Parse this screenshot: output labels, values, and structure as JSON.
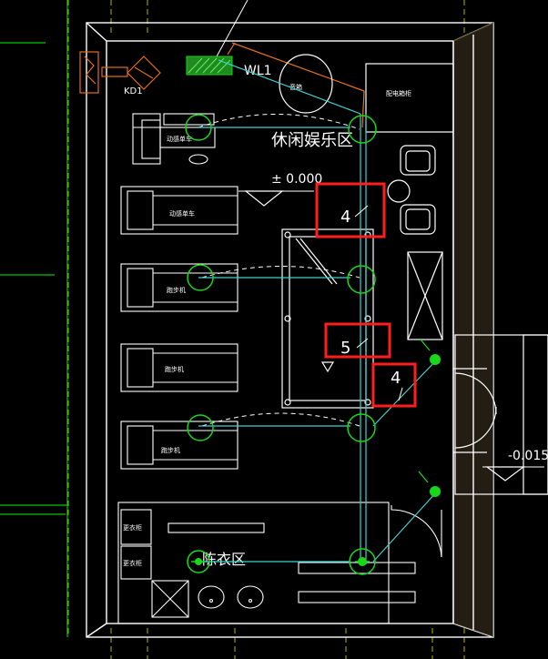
{
  "drawing": {
    "room_label": "休闲娱乐区",
    "locker_label": "陈衣区",
    "elevation_floor": "± 0.000",
    "elevation_door": "-0.015",
    "cable_label": "WL1",
    "panel_label": "KD1",
    "circuit_marks": [
      "4",
      "5",
      "4"
    ],
    "equipment": {
      "speaker": "音箱",
      "cabinet": "配电箱柜",
      "bike": "动感单车",
      "treadmill_1": "动感单车",
      "treadmill_2": "跑步机",
      "treadmill_3": "跑步机",
      "treadmill_4": "跑步机",
      "locker_1": "更衣柜",
      "locker_2": "更衣柜"
    }
  },
  "colors": {
    "background": "#000000",
    "wall": "#ffffff",
    "wall_fill": "#8a7a5a",
    "orange": "#e0701a",
    "green_line": "#00c800",
    "green_fixture": "#18d818",
    "cyan_wire": "#3fd0d0",
    "highlight": "#ff1e1e",
    "grid_yellow": "#c8c800"
  }
}
